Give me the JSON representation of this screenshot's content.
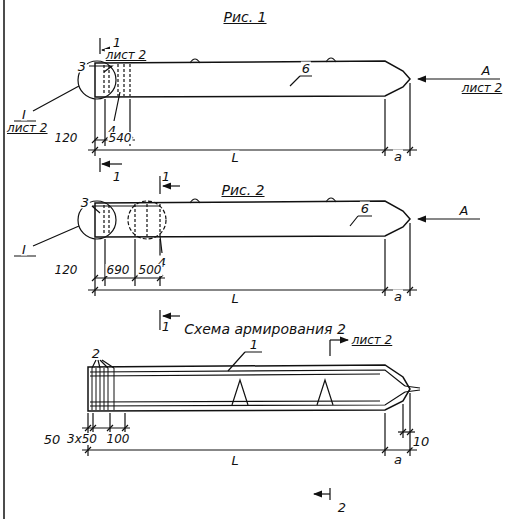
{
  "diagram": {
    "labels": [
      "Рис. 1",
      "1",
      "лист 2",
      "3",
      "6",
      "I",
      "лист 2",
      "4",
      "120",
      "540",
      "L",
      "a",
      "A",
      "лист 2",
      "1",
      "1",
      "Рис. 2",
      "3",
      "6",
      "I",
      "4",
      "A",
      "120",
      "690",
      "500",
      "L",
      "a",
      "1",
      "Схема армирования 2",
      "1",
      "лист 2",
      "2",
      "50",
      "3х50",
      "100",
      "10",
      "L",
      "a",
      "2"
    ]
  }
}
